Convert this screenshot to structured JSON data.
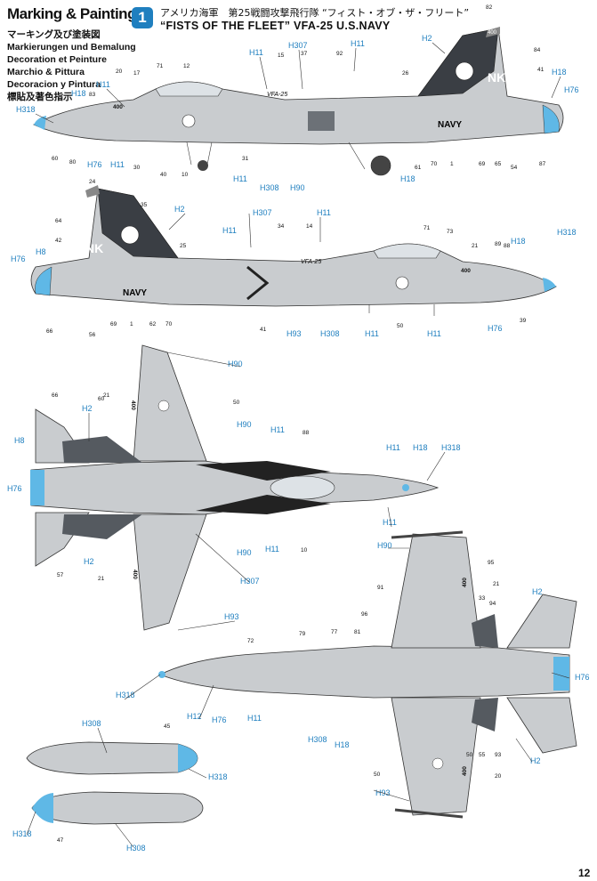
{
  "header": {
    "title": "Marking & Painting",
    "languages": [
      "マーキング及び塗装図",
      "Markierungen und Bemalung",
      "Decoration et Peinture",
      "Marchio & Pittura",
      "Decoracion y Pintura",
      "標貼及著色指示"
    ],
    "badge": "1",
    "subtitle_ja": "アメリカ海軍　第25戦闘攻撃飛行隊 “フィスト・オブ・ザ・フリート”",
    "subtitle_en": "“FISTS OF THE FLEET” VFA-25 U.S.NAVY"
  },
  "page_number": "12",
  "colors": {
    "accent": "#1f7fbf",
    "aircraft_gray": "#c9cccf",
    "dark_gray": "#555a60",
    "tail_dark": "#3a3e44",
    "nose_blue": "#5fb8e6"
  },
  "markings": {
    "modex": "400",
    "navy": "NAVY",
    "squadron": "VFA-25",
    "tail_code": "NK",
    "fin_tip": "400"
  },
  "color_codes": [
    "H318",
    "H18",
    "H11",
    "H76",
    "H11",
    "H11",
    "H307",
    "H11",
    "H2",
    "H18",
    "H76",
    "H11",
    "H18",
    "H308",
    "H90",
    "H2",
    "H307",
    "H11",
    "H8",
    "H76",
    "H11",
    "H93",
    "H308",
    "H11",
    "H11",
    "H76",
    "H18",
    "H318",
    "H90",
    "H2",
    "H8",
    "H76",
    "H90",
    "H11",
    "H11",
    "H18",
    "H318",
    "H11",
    "H2",
    "H90",
    "H11",
    "H307",
    "H93",
    "H90",
    "H2",
    "H318",
    "H12",
    "H11",
    "H76",
    "H308",
    "H18",
    "H76",
    "H2",
    "H93",
    "H308",
    "H318",
    "H318",
    "H308"
  ],
  "part_numbers": [
    "71",
    "20",
    "17",
    "12",
    "15",
    "37",
    "92",
    "82",
    "26",
    "84",
    "41",
    "83",
    "30",
    "31",
    "10",
    "60",
    "40",
    "80",
    "61",
    "70",
    "1",
    "69",
    "54",
    "65",
    "87",
    "24",
    "64",
    "42",
    "35",
    "25",
    "34",
    "14",
    "71",
    "73",
    "21",
    "89",
    "66",
    "56",
    "69",
    "1",
    "62",
    "70",
    "41",
    "50",
    "39",
    "88",
    "66",
    "60",
    "21",
    "50",
    "57",
    "21",
    "88",
    "10",
    "95",
    "21",
    "91",
    "96",
    "72",
    "79",
    "77",
    "81",
    "33",
    "94",
    "55",
    "50",
    "93",
    "50",
    "20",
    "45",
    "47"
  ]
}
